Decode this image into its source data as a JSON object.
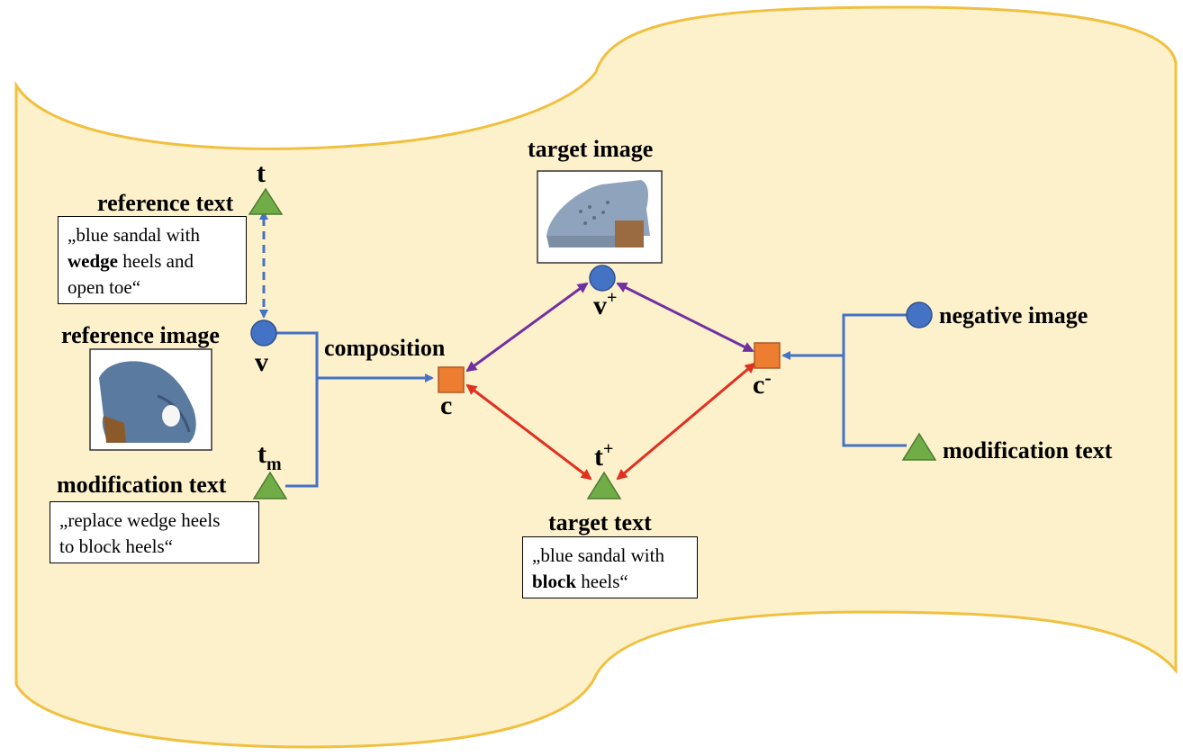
{
  "colors": {
    "background_fill": "#fdf1cc",
    "background_border": "#f0c040",
    "blue": "#4472c4",
    "purple": "#7030a0",
    "red": "#e03020",
    "orange": "#ed7d31",
    "green": "#70ad47"
  },
  "labels": {
    "t": "t",
    "reference_text": "reference text",
    "reference_image": "reference image",
    "v": "v",
    "t_m_base": "t",
    "t_m_sub": "m",
    "modification_text_left": "modification text",
    "composition": "composition",
    "c": "c",
    "target_image": "target image",
    "v_plus_base": "v",
    "v_plus_sup": "+",
    "t_plus_base": "t",
    "t_plus_sup": "+",
    "target_text": "target text",
    "c_minus_base": "c",
    "c_minus_sup": "-",
    "negative_image": "negative image",
    "modification_text_right": "modification text"
  },
  "boxes": {
    "reference_text": {
      "line1": "„blue sandal with",
      "line2_bold": "wedge",
      "line2_rest": " heels and",
      "line3": "open toe“"
    },
    "modification_text": {
      "line1": "„replace wedge heels",
      "line2": "to block heels“"
    },
    "target_text": {
      "line1": "„blue sandal with",
      "line2_bold": "block",
      "line2_rest": " heels“"
    }
  },
  "icons": {
    "reference_image": "blue-wedge-shoe-photo",
    "target_image": "blue-block-heel-sandal-photo"
  }
}
